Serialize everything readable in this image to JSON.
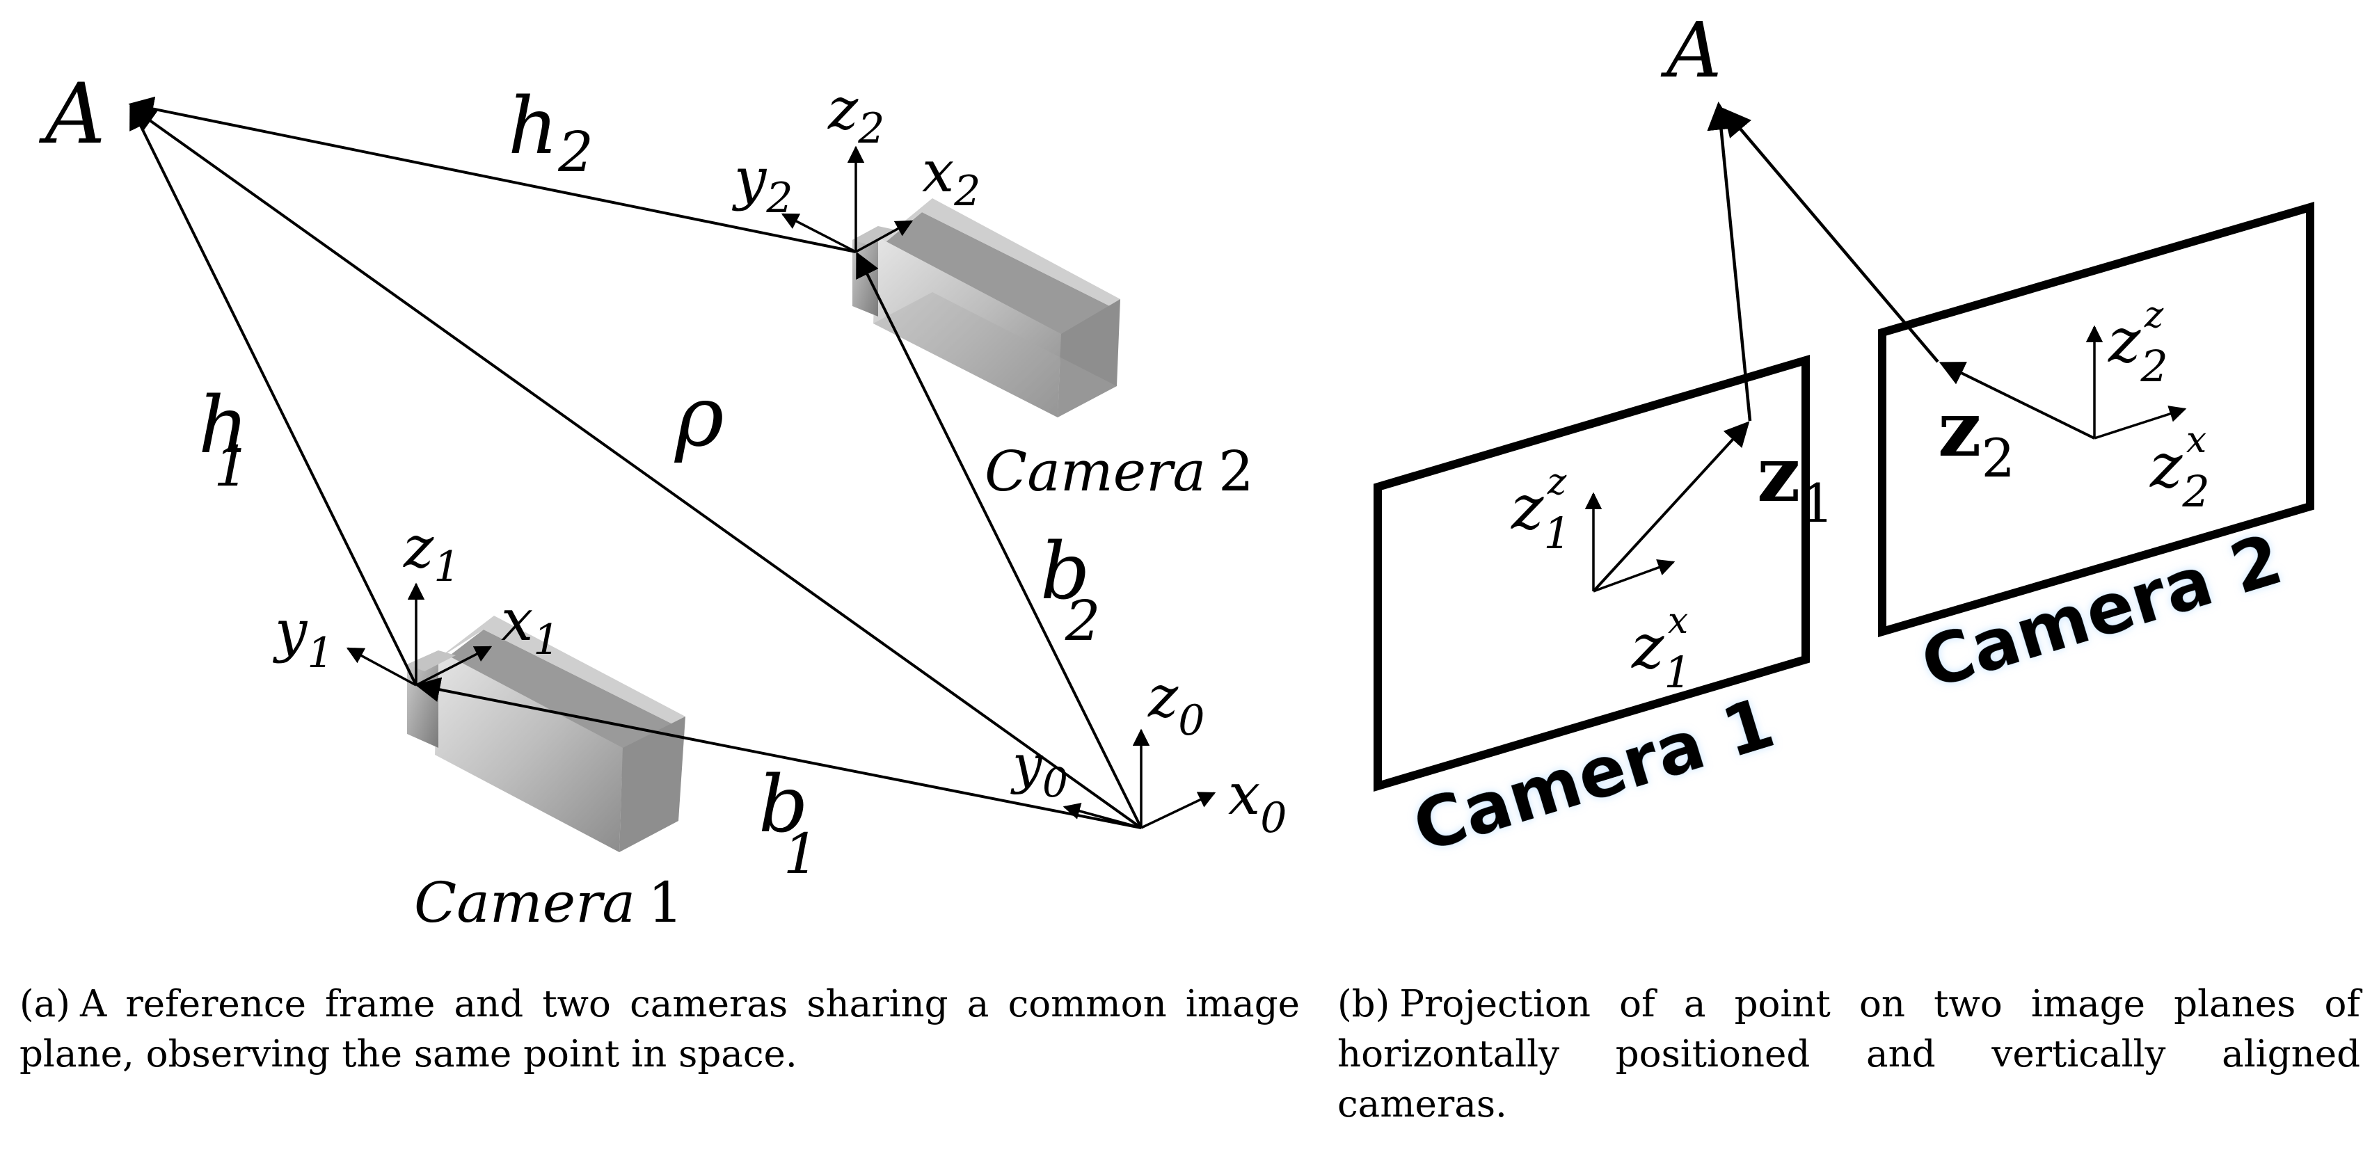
{
  "panel_a": {
    "point": "A",
    "h1": "h",
    "h1_sub": "1",
    "h2": "h",
    "h2_sub": "2",
    "rho": "ρ",
    "b1": "b",
    "b1_sub": "1",
    "b2": "b",
    "b2_sub": "2",
    "cam1_axes": {
      "z": "z",
      "y": "y",
      "x": "x",
      "sub": "1"
    },
    "cam2_axes": {
      "z": "z",
      "y": "y",
      "x": "x",
      "sub": "2"
    },
    "ref_axes": {
      "z": "z",
      "y": "y",
      "x": "x",
      "sub": "0"
    },
    "camera1_label": {
      "word": "Camera",
      "num": "1"
    },
    "camera2_label": {
      "word": "Camera",
      "num": "2"
    },
    "caption_label": "(a)",
    "caption": "A reference frame and two cameras sharing a common image plane, observing the same point in space."
  },
  "panel_b": {
    "point": "A",
    "z1": "z",
    "z1_sub": "1",
    "z2": "z",
    "z2_sub": "2",
    "z1z": {
      "base": "z",
      "sub": "1",
      "sup": "z"
    },
    "z1x": {
      "base": "z",
      "sub": "1",
      "sup": "x"
    },
    "z2z": {
      "base": "z",
      "sub": "2",
      "sup": "z"
    },
    "z2x": {
      "base": "z",
      "sub": "2",
      "sup": "x"
    },
    "plane1_label": "Camera 1",
    "plane2_label": "Camera 2",
    "caption_label": "(b)",
    "caption": "Projection of a point on two image planes of horizontally positioned and vertically aligned cameras."
  },
  "colors": {
    "camera_body": "#b8b8b8",
    "camera_dark": "#8a8a8a",
    "camera_light": "#dcdcdc"
  }
}
